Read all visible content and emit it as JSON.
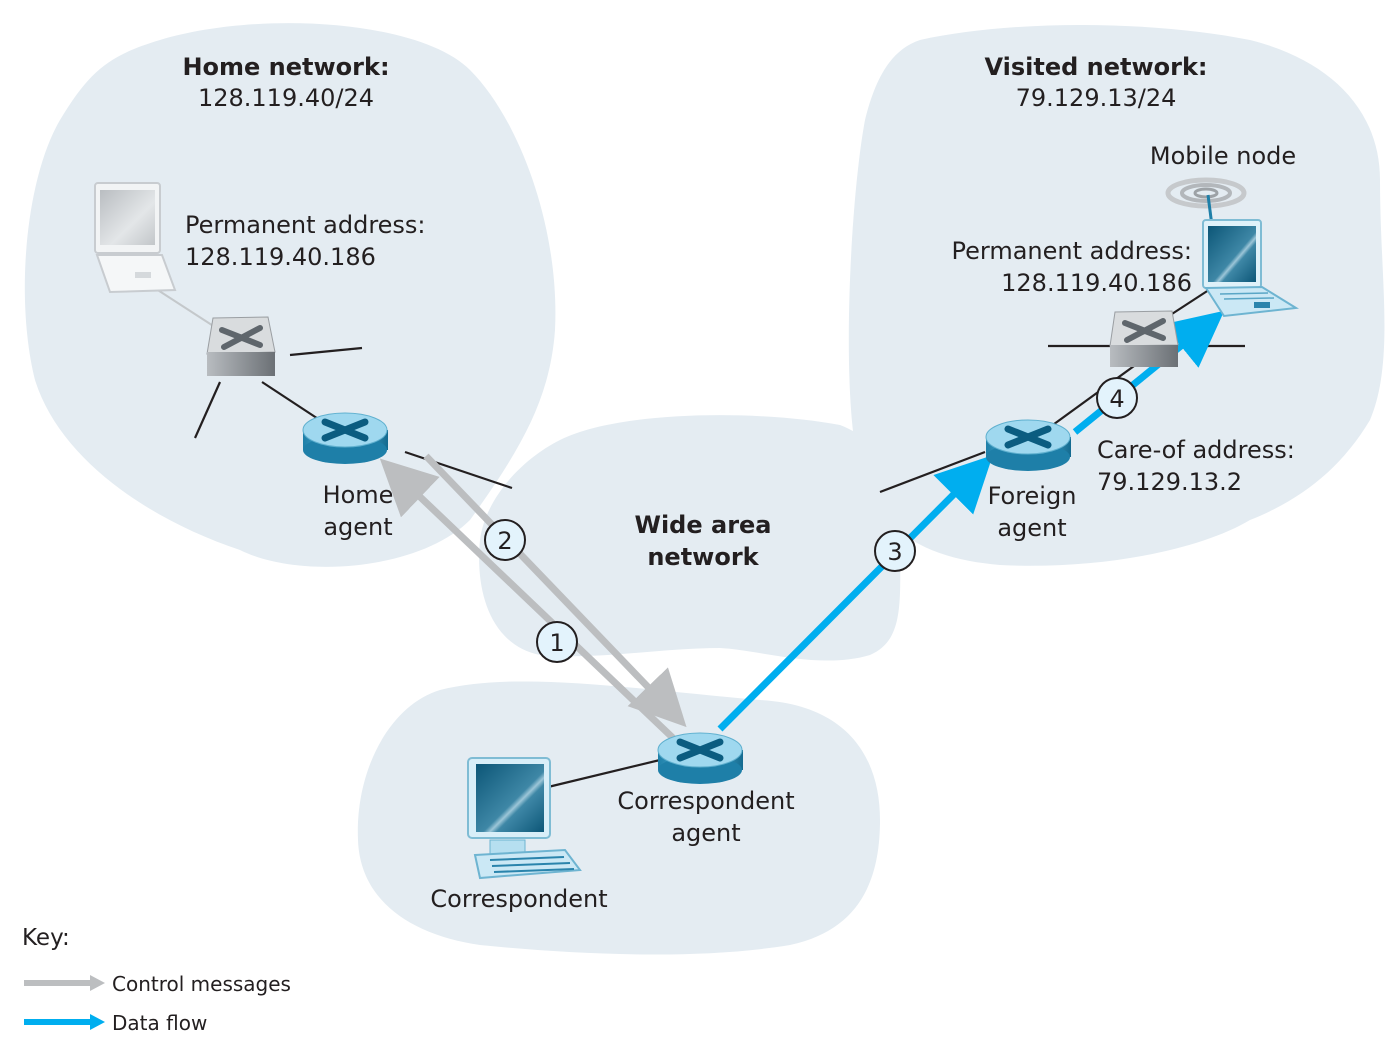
{
  "networks": {
    "home": {
      "title": "Home network:",
      "subnet": "128.119.40/24"
    },
    "visited": {
      "title": "Visited network:",
      "subnet": "79.129.13/24"
    },
    "wan": {
      "line1": "Wide area",
      "line2": "network"
    }
  },
  "nodes": {
    "home_laptop": {
      "label_line1": "Permanent address:",
      "label_line2": "128.119.40.186"
    },
    "home_agent": {
      "line1": "Home",
      "line2": "agent"
    },
    "mobile_node": {
      "title": "Mobile node",
      "label_line1": "Permanent address:",
      "label_line2": "128.119.40.186"
    },
    "foreign_agent": {
      "line1": "Foreign",
      "line2": "agent",
      "coa_line1": "Care-of address:",
      "coa_line2": "79.129.13.2"
    },
    "correspondent_agent": {
      "line1": "Correspondent",
      "line2": "agent"
    },
    "correspondent": {
      "label": "Correspondent"
    }
  },
  "steps": [
    "1",
    "2",
    "3",
    "4"
  ],
  "key": {
    "title": "Key:",
    "items": [
      {
        "label": "Control messages",
        "color": "#bcbec0"
      },
      {
        "label": "Data flow",
        "color": "#00aeef"
      }
    ]
  },
  "colors": {
    "control": "#bcbec0",
    "data": "#00aeef",
    "cloud": "#e4ecf2",
    "router": "#5fb8d8"
  }
}
